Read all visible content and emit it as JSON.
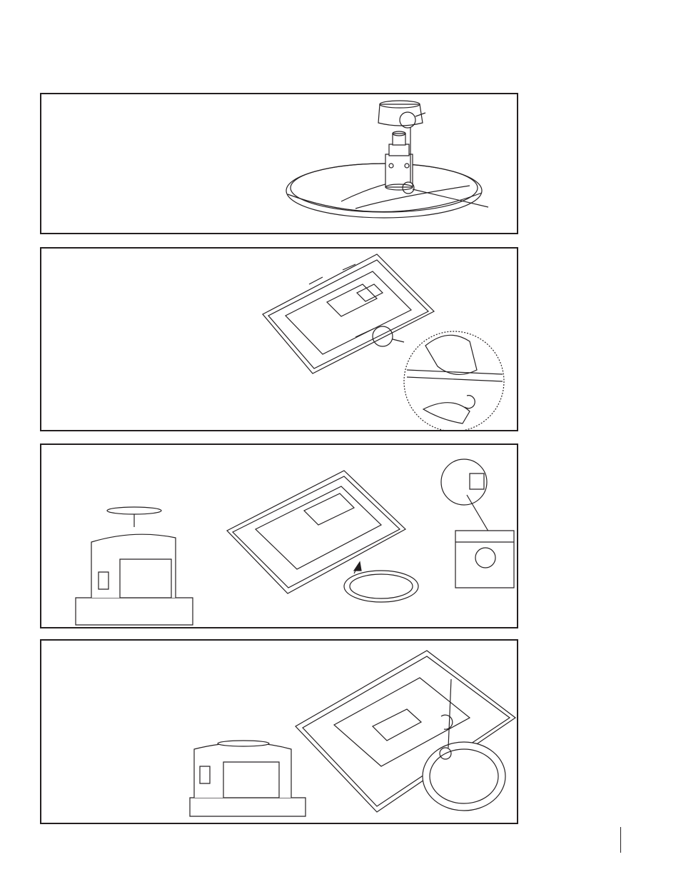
{
  "page": {
    "background": "#ffffff",
    "ink_color": "#231f20"
  },
  "steps": [
    {
      "illustration": "stand-neck-on-base"
    },
    {
      "illustration": "tv-face-down-with-detail-callout"
    },
    {
      "illustration": "attach-stand-to-tv"
    },
    {
      "illustration": "secure-stand-screw"
    }
  ]
}
